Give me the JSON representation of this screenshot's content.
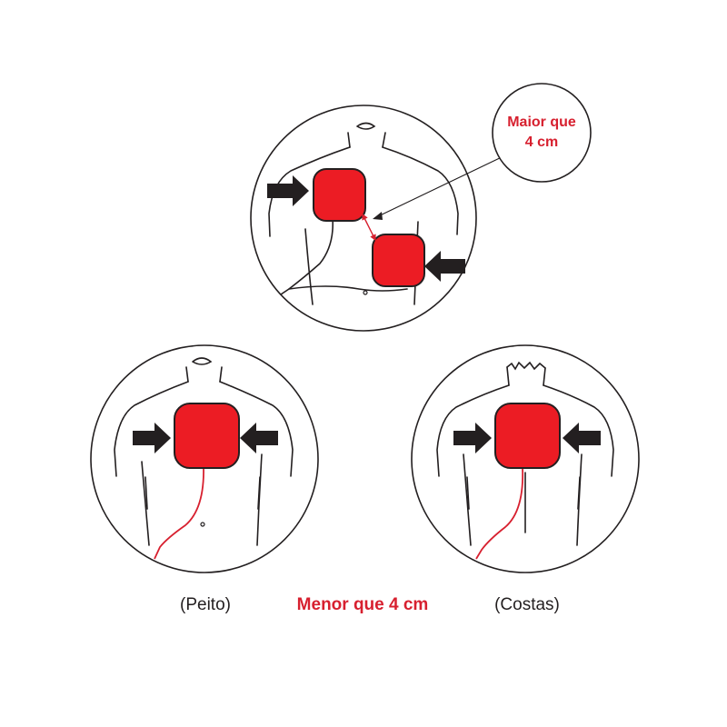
{
  "top_panel": {
    "callout_line1": "Maior que",
    "callout_line2": "4 cm"
  },
  "captions": {
    "left": "(Peito)",
    "center": "Menor que 4 cm",
    "right": "(Costas)"
  },
  "colors": {
    "pad_fill": "#ec1c24",
    "accent_red": "#d7202f",
    "outline": "#231f20",
    "arrow": "#231f20"
  },
  "icons": [
    "electrode-pad",
    "push-arrow",
    "torso-outline",
    "cable"
  ]
}
